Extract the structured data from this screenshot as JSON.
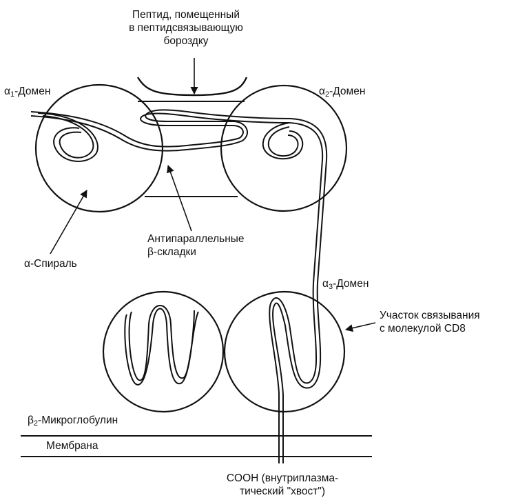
{
  "labels": {
    "peptide_line1": "Пептид, помещенный",
    "peptide_line2": "в пептидсвязывающую",
    "peptide_line3": "бороздку",
    "alpha1_greek": "α",
    "alpha1_sub": "1",
    "alpha1_rest": "-Домен",
    "alpha2_greek": "α",
    "alpha2_sub": "2",
    "alpha2_rest": "-Домен",
    "alpha3_greek": "α",
    "alpha3_sub": "3",
    "alpha3_rest": "-Домен",
    "antiparallel_line1": "Антипараллельные",
    "antiparallel_line2": "β-складки",
    "alpha_helix": "α-Спираль",
    "cd8_line1": "Участок связывания",
    "cd8_line2": "с молекулой CD8",
    "b2m_greek": "β",
    "b2m_sub": "2",
    "b2m_rest": "-Микроглобулин",
    "membrane": "Мембрана",
    "cooh_line1": "COOH (внутриплазма-",
    "cooh_line2": "тический \"хвост\")"
  },
  "colors": {
    "ink": "#111111",
    "background": "#ffffff"
  }
}
